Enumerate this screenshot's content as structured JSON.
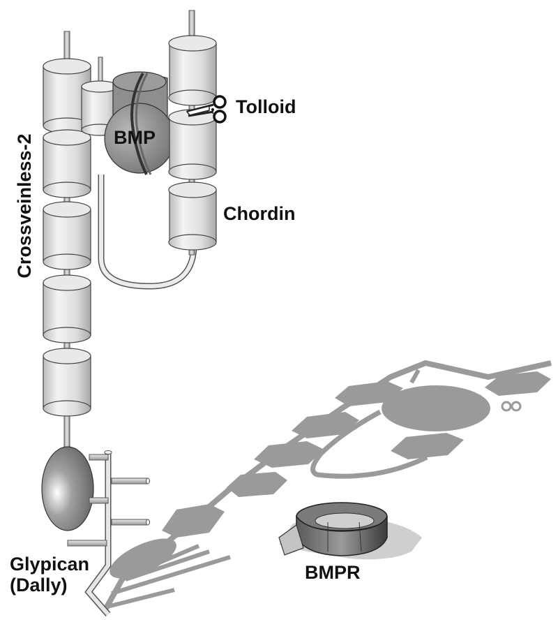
{
  "labels": {
    "tolloid": "Tolloid",
    "bmp": "BMP",
    "chordin": "Chordin",
    "crossveinless": "Crossveinless-2",
    "glypican_line1": "Glypican",
    "glypican_line2": "(Dally)",
    "bmpr": "BMPR"
  },
  "colors": {
    "shadow": "#9a9a9a",
    "cylinder_light": "#f2f2f2",
    "cylinder_dark": "#b9b9b9",
    "bmp_body": "#8a8a8a",
    "outline": "#3a3a3a"
  },
  "icons": {
    "scissors": "scissors-icon"
  }
}
